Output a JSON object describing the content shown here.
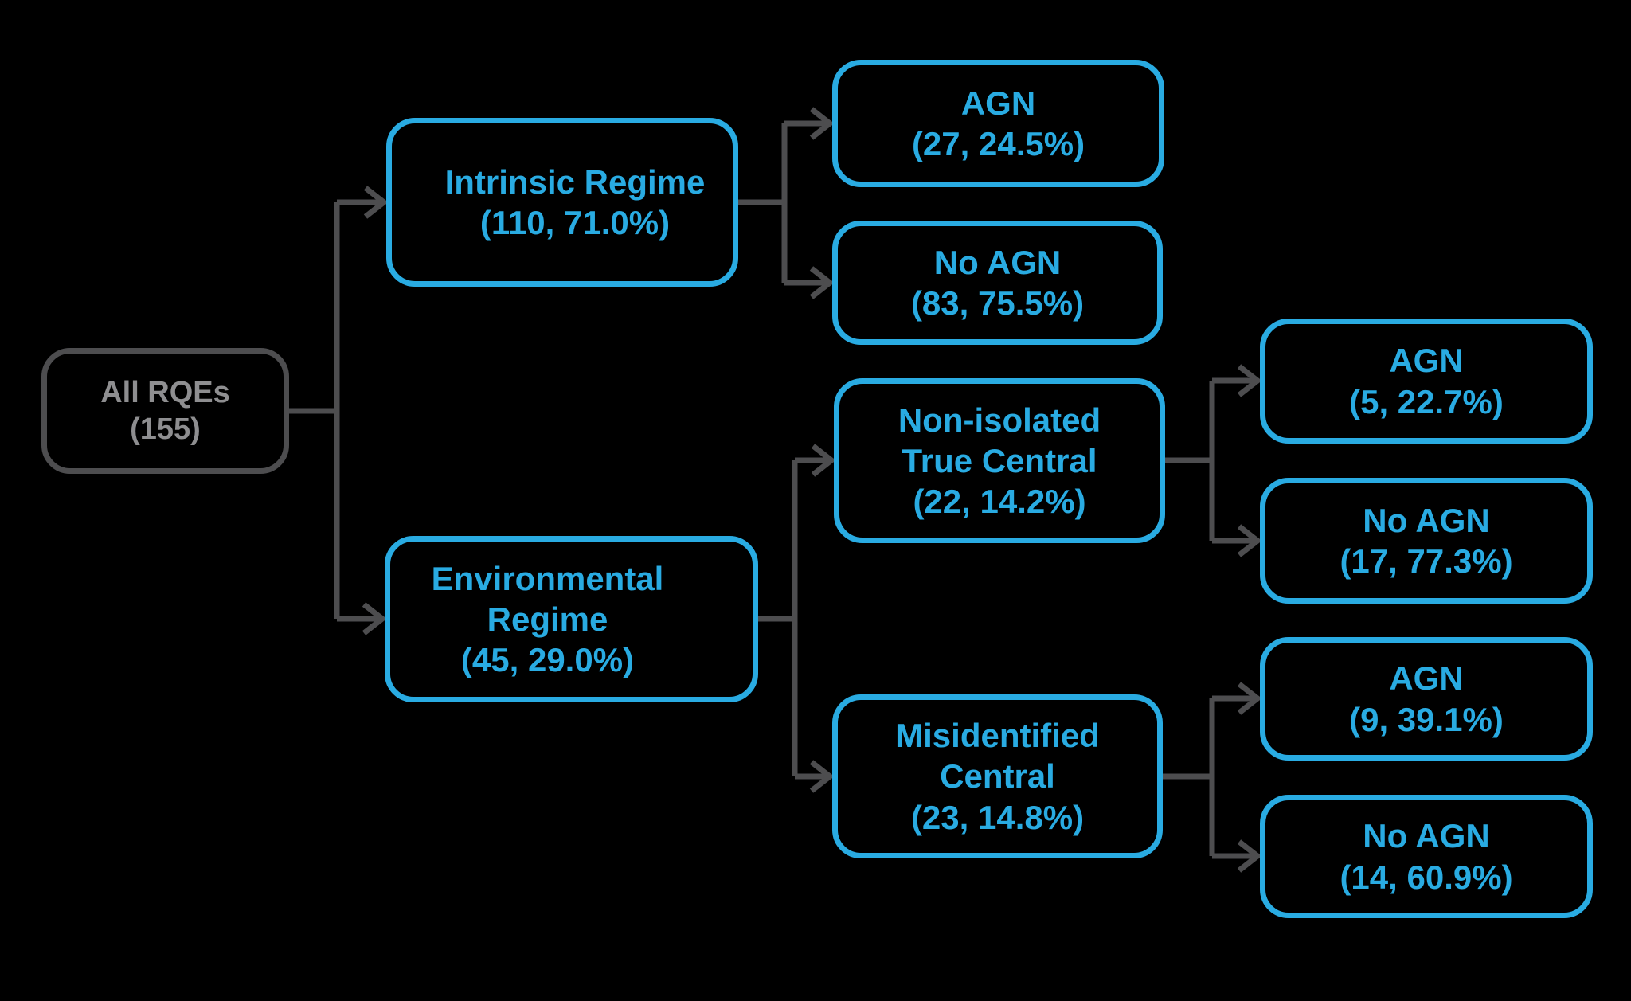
{
  "diagram": {
    "title": "RQE classification flowchart",
    "colors": {
      "background": "#000000",
      "accent": "#29abe2",
      "connector": "#4d4d4f",
      "muted_border": "#4d4d4f",
      "muted_text": "#8e8e90"
    },
    "nodes": {
      "root": {
        "lines": [
          "All RQEs",
          "(155)"
        ]
      },
      "intrinsic": {
        "lines": [
          "Intrinsic Regime",
          "(110, 71.0%)"
        ]
      },
      "environmental": {
        "lines": [
          "Environmental",
          "Regime",
          "(45, 29.0%)"
        ]
      },
      "intrinsic_agn": {
        "lines": [
          "AGN",
          "(27, 24.5%)"
        ]
      },
      "intrinsic_no_agn": {
        "lines": [
          "No AGN",
          "(83, 75.5%)"
        ]
      },
      "non_isolated": {
        "lines": [
          "Non-isolated",
          "True Central",
          "(22, 14.2%)"
        ]
      },
      "misidentified": {
        "lines": [
          "Misidentified",
          "Central",
          "(23, 14.8%)"
        ]
      },
      "non_isolated_agn": {
        "lines": [
          "AGN",
          "(5, 22.7%)"
        ]
      },
      "non_isolated_no_agn": {
        "lines": [
          "No AGN",
          "(17, 77.3%)"
        ]
      },
      "misidentified_agn": {
        "lines": [
          "AGN",
          "(9, 39.1%)"
        ]
      },
      "misidentified_no_agn": {
        "lines": [
          "No AGN",
          "(14, 60.9%)"
        ]
      }
    }
  }
}
